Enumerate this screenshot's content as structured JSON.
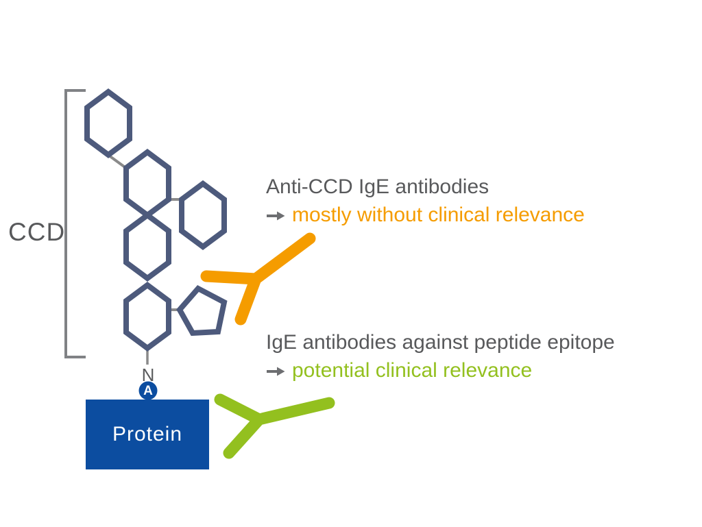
{
  "figure": {
    "ccd_bracket_label": "CCD",
    "n_linkage_label": "N",
    "asparagine_label": "A",
    "protein_label": "Protein"
  },
  "annotations": [
    {
      "title": "Anti-CCD IgE antibodies",
      "result": "mostly without clinical relevance"
    },
    {
      "title": "IgE antibodies against peptide epitope",
      "result": "potential clinical relevance"
    }
  ],
  "colors": {
    "anti_ccd_orange": "#F59C00",
    "peptide_green": "#93C01F",
    "protein_blue": "#0C4DA0",
    "sugar_ring_slate": "#4D5A7C",
    "text_gray": "#58595B",
    "line_gray": "#808285"
  }
}
